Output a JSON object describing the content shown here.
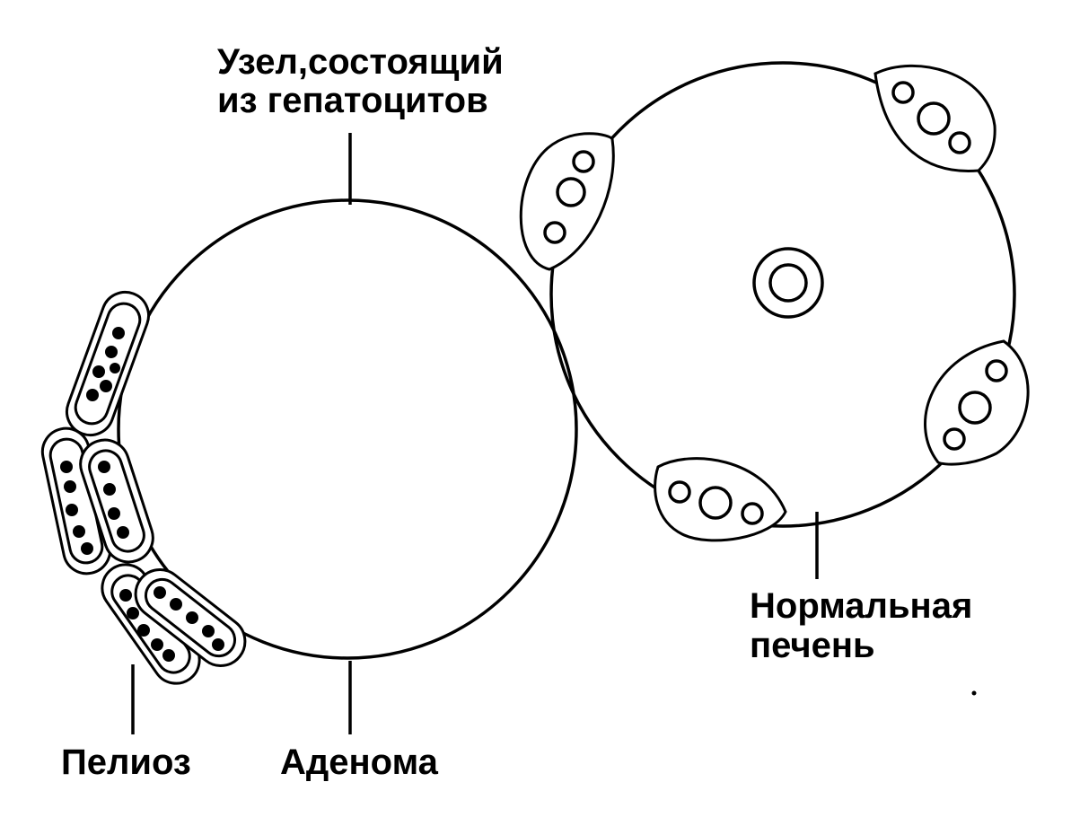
{
  "labels": {
    "nodule_line1": "Узел,состоящий",
    "nodule_line2": "из гепатоцитов",
    "normal_line1": "Нормальная",
    "normal_line2": "печень",
    "peliosis": "Пелиоз",
    "adenoma": "Аденома"
  }
}
